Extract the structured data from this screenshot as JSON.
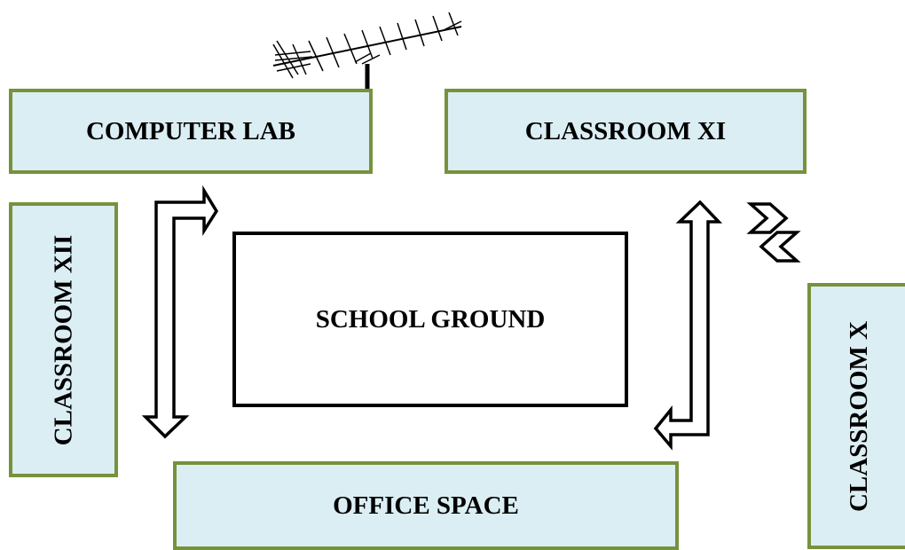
{
  "rooms": {
    "computer_lab": "COMPUTER LAB",
    "classroom_xi": "CLASSROOM XI",
    "classroom_xii": "CLASSROOM XII",
    "classroom_x": "CLASSROOM X",
    "office_space": "OFFICE SPACE",
    "school_ground": "SCHOOL GROUND"
  },
  "colors": {
    "room_fill": "#dbeef3",
    "room_border": "#76923c",
    "ground_border": "#000000"
  },
  "icons": [
    "antenna-icon",
    "double-arrow-left-icon",
    "double-arrow-right-icon",
    "double-chevron-icon"
  ]
}
